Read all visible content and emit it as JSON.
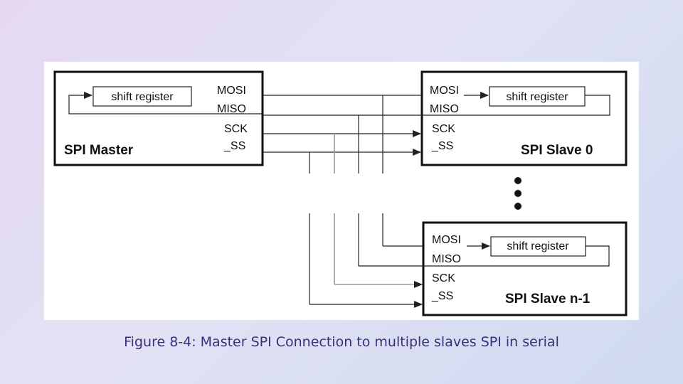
{
  "diagram": {
    "master": {
      "title": "SPI Master",
      "register": "shift register",
      "pins": [
        "MOSI",
        "MISO",
        "SCK",
        "_SS"
      ]
    },
    "slave0": {
      "title": "SPI Slave 0",
      "register": "shift register",
      "pins": [
        "MOSI",
        "MISO",
        "SCK",
        "_SS"
      ]
    },
    "slaveN": {
      "title": "SPI Slave n-1",
      "register": "shift register",
      "pins": [
        "MOSI",
        "MISO",
        "SCK",
        "_SS"
      ]
    }
  },
  "caption": "Figure 8‑4: Master SPI Connection to multiple slaves SPI in serial",
  "colors": {
    "caption": "#3a2f7a",
    "wire": "#222222",
    "sck_wire": "#999999"
  }
}
